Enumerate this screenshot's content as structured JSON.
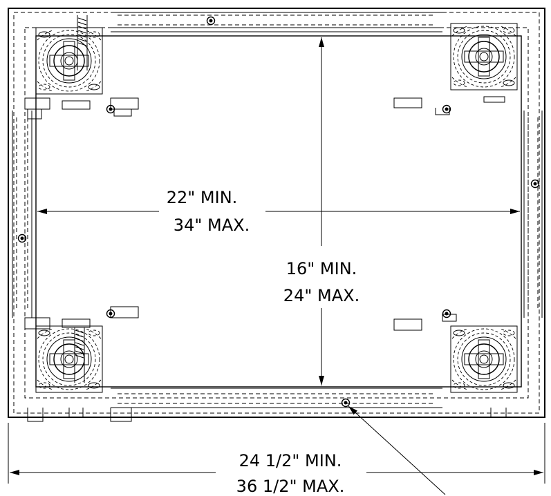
{
  "drawing": {
    "width_dimension": {
      "min": "22\" MIN.",
      "max": "34\" MAX."
    },
    "depth_dimension": {
      "min": "16\" MIN.",
      "max": "24\" MAX."
    },
    "overall_dimension": {
      "min": "24 1/2\" MIN.",
      "max": "36 1/2\" MAX."
    }
  }
}
